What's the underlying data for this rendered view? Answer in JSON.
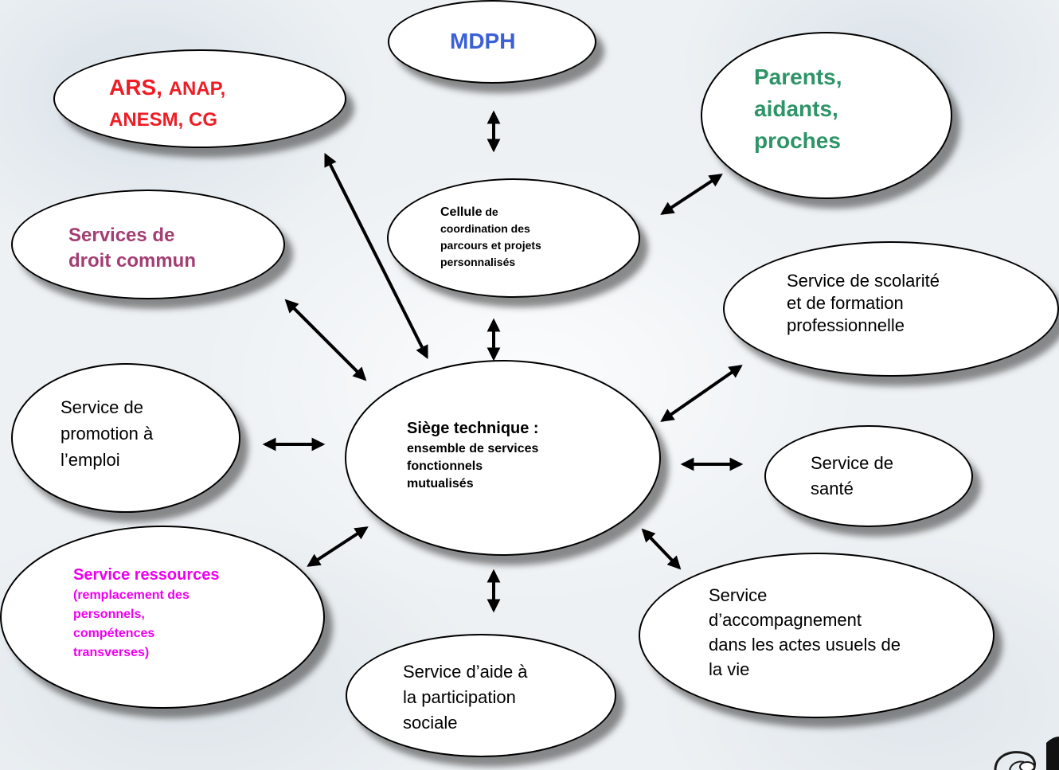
{
  "colors": {
    "mdph": "#3a5fd6",
    "ars": "#ee1c24",
    "parents": "#2e9468",
    "droit": "#a33d72",
    "ressources": "#ee00ee",
    "default": "#000000"
  },
  "nodes": {
    "mdph": {
      "lines": [
        "MDPH"
      ]
    },
    "ars": {
      "line1a": "ARS, ",
      "line1b": "ANAP,",
      "line2": "ANESM, CG"
    },
    "parents": {
      "lines": [
        "Parents,",
        "aidants,",
        "proches"
      ]
    },
    "cellule": {
      "head": "Cellule",
      "head_rest": " de",
      "lines": [
        "coordination des",
        "parcours et projets",
        "personnalisés"
      ]
    },
    "droit_commun": {
      "lines": [
        "Services de",
        "droit commun"
      ]
    },
    "scolarite": {
      "lines": [
        "Service de scolarité",
        "et de formation",
        "professionnelle"
      ]
    },
    "emploi": {
      "lines": [
        "Service de",
        "promotion à",
        "l’emploi"
      ]
    },
    "siege": {
      "head": "Siège technique :",
      "lines": [
        "ensemble de services",
        "fonctionnels",
        "mutualisés"
      ]
    },
    "sante": {
      "lines": [
        "Service de",
        "santé"
      ]
    },
    "ressources": {
      "head": "Service ressources",
      "lines": [
        "(remplacement des",
        "personnels,",
        "compétences",
        "transverses)"
      ]
    },
    "accompagnement": {
      "lines": [
        "Service",
        "d’accompagnement",
        "dans les actes usuels de",
        "la vie"
      ]
    },
    "participation": {
      "lines": [
        "Service d’aide à",
        "la participation",
        "sociale"
      ]
    }
  }
}
